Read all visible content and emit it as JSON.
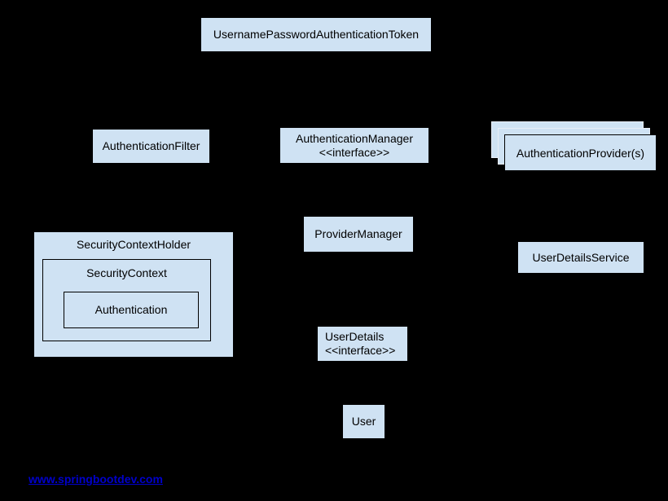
{
  "diagram": {
    "title": "Spring Security authentication architecture diagram",
    "colors": {
      "background": "#000000",
      "box_fill": "#cfe2f3",
      "box_border": "#000000",
      "link_color": "#0000cc"
    },
    "nodes": {
      "token": {
        "label": "UsernamePasswordAuthenticationToken"
      },
      "filter": {
        "label": "AuthenticationFilter"
      },
      "auth_manager": {
        "label": "AuthenticationManager",
        "stereotype": "<<interface>>"
      },
      "providers": {
        "label": "AuthenticationProvider(s)",
        "stack_count": 3
      },
      "holder": {
        "label": "SecurityContextHolder"
      },
      "context": {
        "label": "SecurityContext"
      },
      "authentication": {
        "label": "Authentication"
      },
      "provider_manager": {
        "label": "ProviderManager"
      },
      "user_details_service": {
        "label": "UserDetailsService"
      },
      "user_details": {
        "label": "UserDetails",
        "stereotype": "<<interface>>"
      },
      "user": {
        "label": "User"
      }
    },
    "footer": {
      "link_text": "www.springbootdev.com"
    }
  }
}
